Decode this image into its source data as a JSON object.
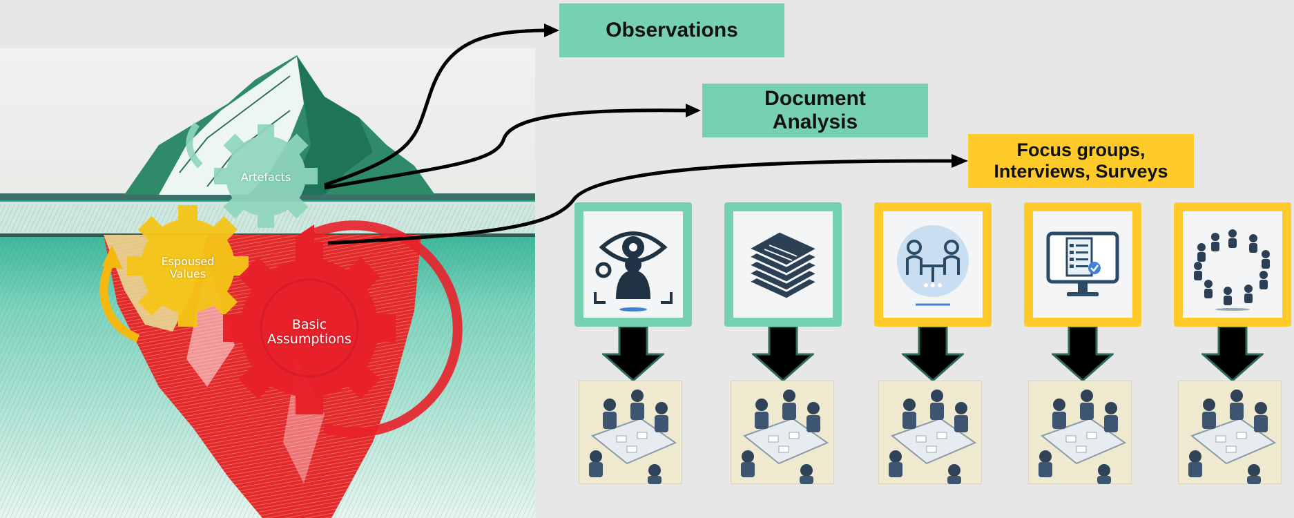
{
  "iceberg": {
    "gear_labels": {
      "artefacts": "Artefacts",
      "espoused_line1": "Espoused",
      "espoused_line2": "Values",
      "basic_line1": "Basic",
      "basic_line2": "Assumptions"
    }
  },
  "methods": {
    "observations": "Observations",
    "document_line1": "Document",
    "document_line2": "Analysis",
    "focus_line1": "Focus groups,",
    "focus_line2": "Interviews, Surveys"
  },
  "icons": [
    {
      "name": "observer-eye-icon",
      "frame": "teal"
    },
    {
      "name": "document-stack-icon",
      "frame": "teal"
    },
    {
      "name": "interview-icon",
      "frame": "yellow"
    },
    {
      "name": "survey-monitor-icon",
      "frame": "yellow"
    },
    {
      "name": "focus-group-circle-icon",
      "frame": "yellow"
    }
  ],
  "colors": {
    "background": "#e7e7e7",
    "teal": "#76d1b1",
    "yellow": "#fecb2a",
    "red_gear": "#e8202a",
    "gear_yellow": "#f5c518",
    "gear_teal": "#8fd6bd"
  }
}
